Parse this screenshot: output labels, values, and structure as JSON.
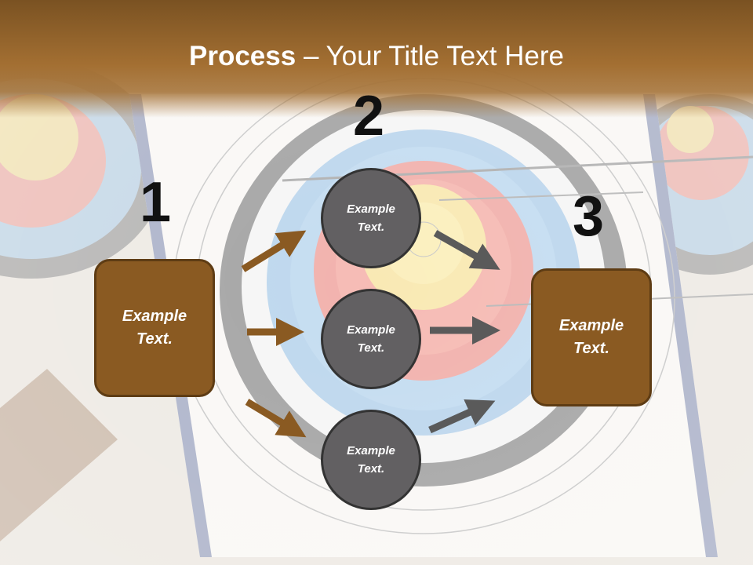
{
  "slide": {
    "title_bold": "Process",
    "title_rest": " – Your Title Text Here"
  },
  "steps": {
    "step1_number": "1",
    "step2_number": "2",
    "step3_number": "3"
  },
  "boxes": {
    "left_text": "Example Text.",
    "right_text": "Example Text."
  },
  "circles": [
    {
      "text": "Example Text."
    },
    {
      "text": "Example Text."
    },
    {
      "text": "Example Text."
    }
  ],
  "colors": {
    "header": "#a36f32",
    "box_fill": "#8a5a22",
    "circle_fill": "#626062",
    "arrow_brown": "#8a5a22",
    "arrow_gray": "#5a5a5a"
  }
}
